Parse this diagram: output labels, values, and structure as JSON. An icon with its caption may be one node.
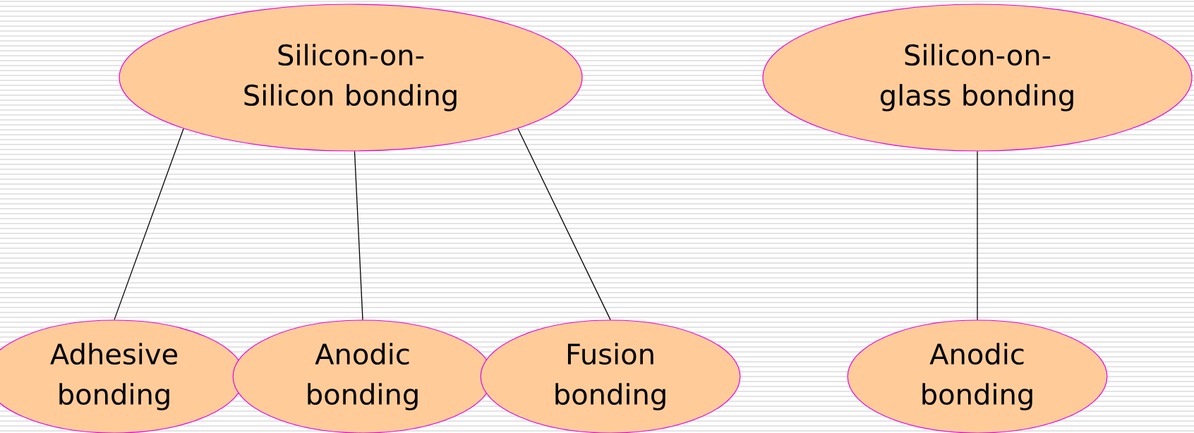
{
  "diagram": {
    "nodes": [
      {
        "text": [
          "Silicon-on-Silicon bonding"
        ]
      },
      {
        "text": [
          "Silicon-on-glass bonding"
        ]
      },
      {
        "text": [
          "Adhesive bonding"
        ]
      },
      {
        "text": [
          "Anodic bonding"
        ]
      },
      {
        "text": [
          "Fusion bonding"
        ]
      },
      {
        "text": [
          "Anodic bonding"
        ]
      }
    ],
    "edges": [
      {
        "from": 0,
        "to": 2,
        "arrow": "none"
      },
      {
        "from": 0,
        "to": 3,
        "arrow": "none"
      },
      {
        "from": 0,
        "to": 4,
        "arrow": "none"
      },
      {
        "from": 1,
        "to": 5,
        "arrow": "none"
      }
    ]
  }
}
